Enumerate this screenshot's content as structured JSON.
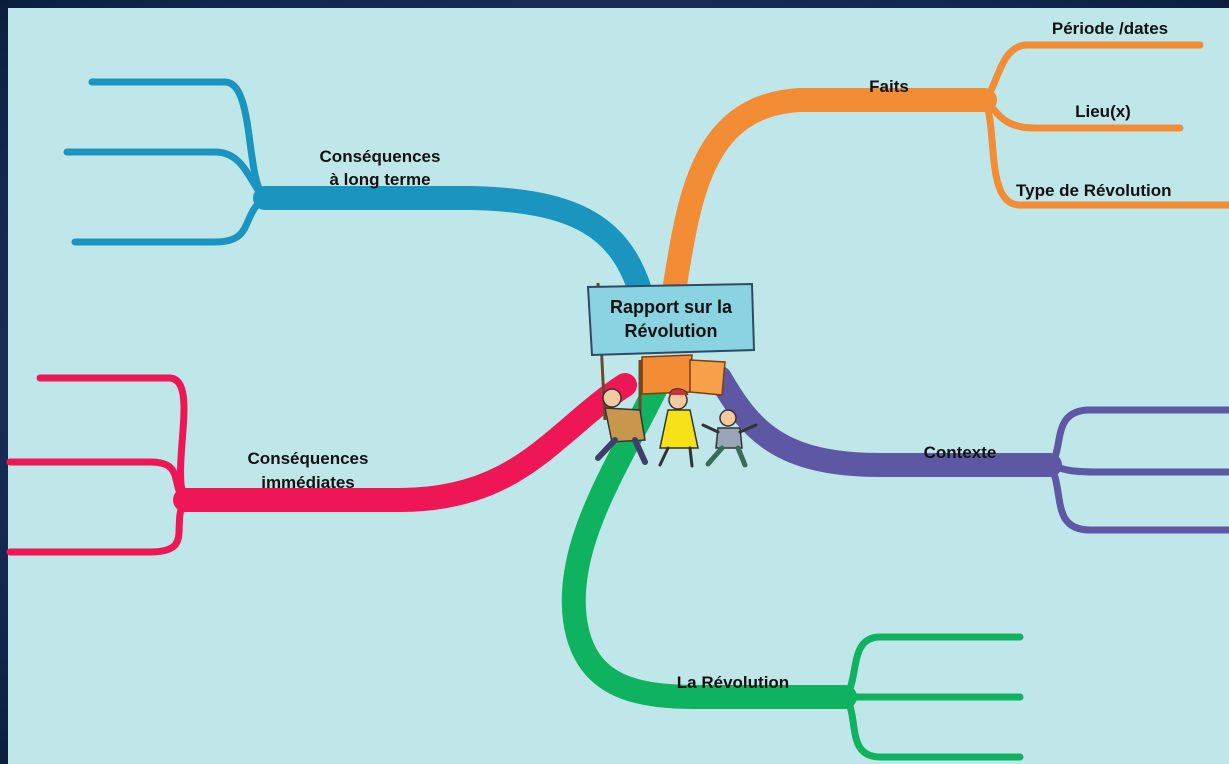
{
  "central_topic": {
    "line1": "Rapport sur la",
    "line2": "Révolution"
  },
  "branches": {
    "faits": {
      "label": "Faits",
      "color": "#f28c35",
      "sub_items": [
        "Période /dates",
        "Lieu(x)",
        "Type de Révolution"
      ]
    },
    "consequences_long_terme": {
      "label_line1": "Conséquences",
      "label_line2": "à long terme",
      "color": "#1a95bf"
    },
    "consequences_immediates": {
      "label_line1": "Conséquences",
      "label_line2": "immédiates",
      "color": "#ee1655"
    },
    "contexte": {
      "label": "Contexte",
      "color": "#5e57a3"
    },
    "la_revolution": {
      "label": "La Révolution",
      "color": "#0fb25e"
    }
  },
  "colors": {
    "canvas": "#bfe7ea",
    "frame": "#0c1a3a",
    "central_box": "#8ad3e1"
  },
  "icons": [
    "protesters-with-flags-clipart"
  ]
}
